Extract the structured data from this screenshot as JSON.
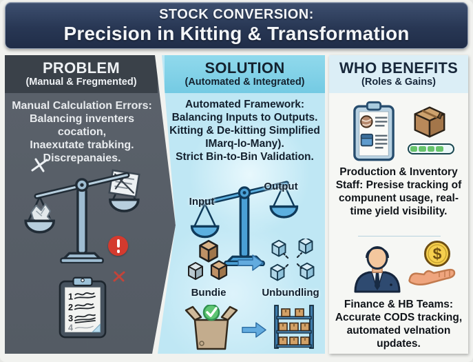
{
  "header": {
    "kicker": "STOCK CONVERSION:",
    "title": "Precision in Kitting & Transformation"
  },
  "problem": {
    "title": "PROBLEM",
    "subtitle": "(Manual & Fregmented)",
    "body": [
      "Manual Calculation Errors:",
      "Balancing inventers cocation,",
      "Inaexutate trabking.",
      "Discrepanaies."
    ],
    "checklist_numbers": [
      "1",
      "2",
      "3",
      "4"
    ]
  },
  "solution": {
    "title": "SOLUTION",
    "subtitle": "(Automated & Integrated)",
    "body": [
      "Automated Framework:",
      "Balancing Inputs to Outputs.",
      "Kitting & De-kitting Simplified",
      "IMarq-lo-Many).",
      "Strict Bin-to-Bin Validation."
    ],
    "scale": {
      "left_label": "Input",
      "right_label": "Output"
    },
    "bundle_label": "Bundie",
    "unbundle_label": "Unbundling"
  },
  "benefits": {
    "title": "WHO BENEFITS",
    "subtitle": "(Roles & Gains)",
    "production_lines": [
      "Production &",
      "Inventory Staff:",
      "Presise tracking of",
      "compunent usage,",
      "real-time yield visibility."
    ],
    "finance_lines": [
      "Finance & HB Teams:",
      "Accurate CODS tracking,",
      "automated velnation",
      "updates."
    ],
    "coin_symbol": "$"
  },
  "colors": {
    "banner_navy": "#283754",
    "problem_band": "#3a4149",
    "problem_body": "#575e67",
    "solution_band": "#7fd1e6",
    "solution_body": "#bfe7f4",
    "benefits_band": "#dbeef6",
    "alert_red": "#d43a2e",
    "success_green": "#5ec573",
    "arrow_blue": "#62abdf",
    "scale_blue": "#4aa0d6",
    "box_brown": "#c9a06c"
  }
}
